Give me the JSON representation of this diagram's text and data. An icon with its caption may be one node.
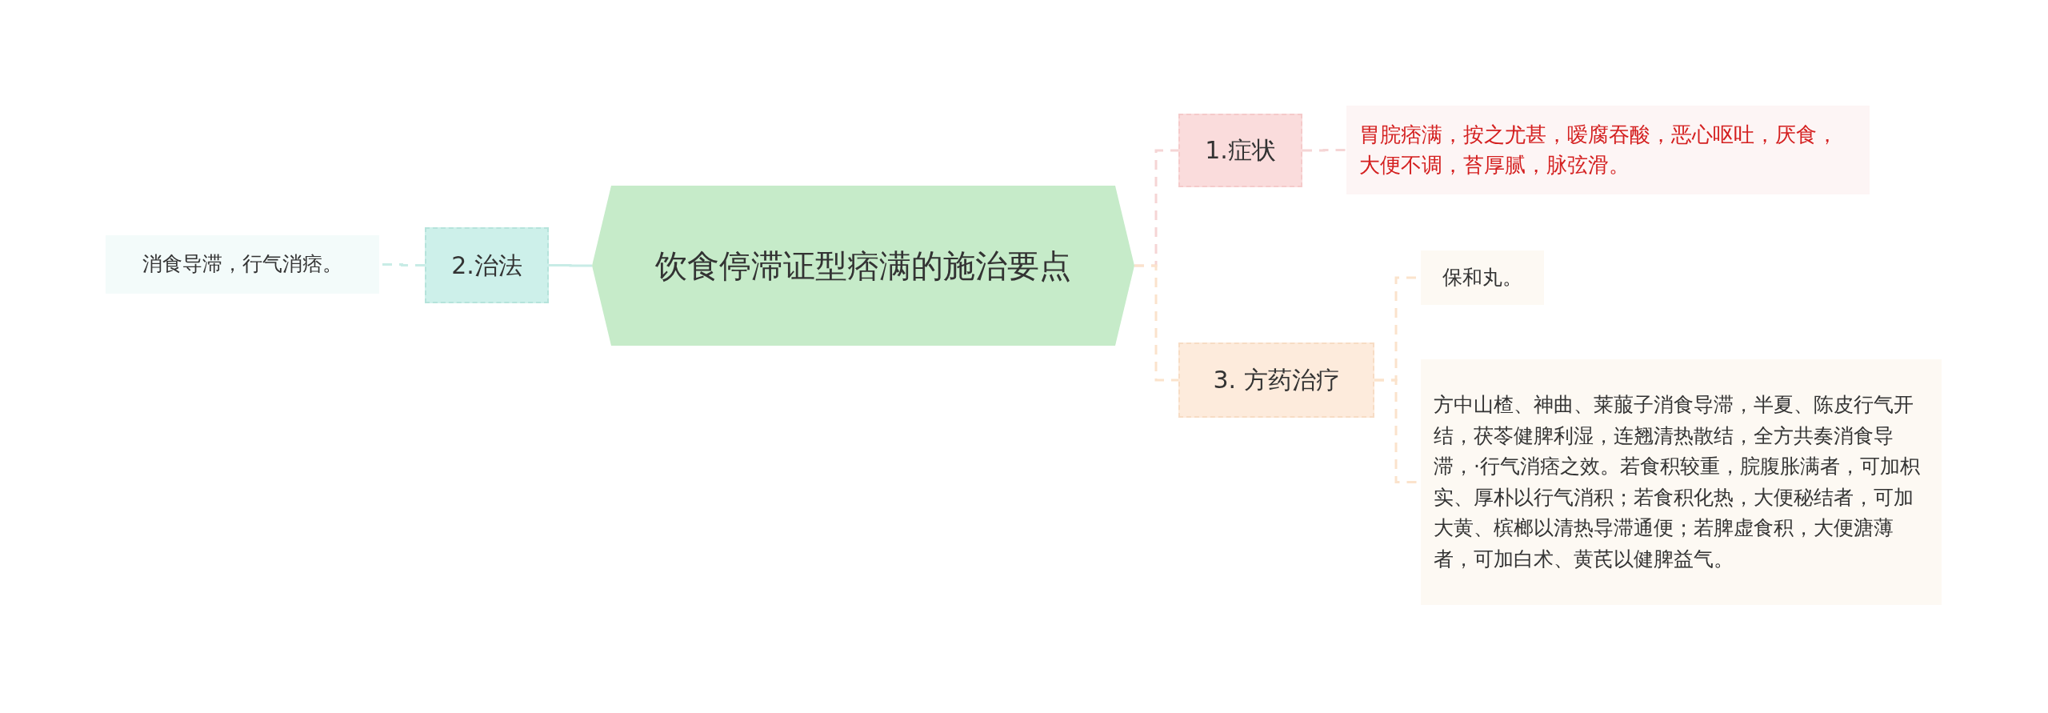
{
  "diagram": {
    "nodes": [
      {
        "text": [
          "饮食停滞证型痞满的施治要点"
        ]
      },
      {
        "text": [
          "1.症状"
        ]
      },
      {
        "text": [
          "胃脘痞满，按之尤甚，嗳腐吞酸，恶心呕吐，厌食，大便不调，苔厚腻，脉弦滑。"
        ]
      },
      {
        "text": [
          "2.治法"
        ]
      },
      {
        "text": [
          "消食导滞，行气消痞。"
        ]
      },
      {
        "text": [
          "3. 方药治疗"
        ]
      },
      {
        "text": [
          "保和丸。"
        ]
      },
      {
        "text": [
          "方中山楂、神曲、莱菔子消食导滞，半夏、陈皮行气开结，茯苓健脾利湿，连翘清热散结，全方共奏消食导滞，·行气消痞之效。若食积较重，脘腹胀满者，可加枳实、厚朴以行气消积；若食积化热，大便秘结者，可加大黄、槟榔以清热导滞通便；若脾虚食积，大便溏薄者，可加白术、黄芪以健脾益气。"
        ]
      }
    ],
    "edges": [
      {
        "from": 0,
        "to": 1,
        "arrow": "none",
        "style": "dashed",
        "color": "#f5d5d5"
      },
      {
        "from": 0,
        "to": 3,
        "arrow": "none",
        "color": "#c8ece6"
      },
      {
        "from": 0,
        "to": 5,
        "arrow": "none",
        "style": "dashed",
        "color": "#fbe3cc"
      },
      {
        "from": 1,
        "to": 2,
        "arrow": "none",
        "style": "dashed",
        "color": "#f5d5d5"
      },
      {
        "from": 3,
        "to": 4,
        "arrow": "none",
        "style": "dashed",
        "color": "#c8ece6"
      },
      {
        "from": 5,
        "to": 6,
        "arrow": "none",
        "style": "dashed",
        "color": "#fbe3cc"
      },
      {
        "from": 5,
        "to": 7,
        "arrow": "none",
        "style": "dashed",
        "color": "#fbe3cc"
      }
    ]
  }
}
